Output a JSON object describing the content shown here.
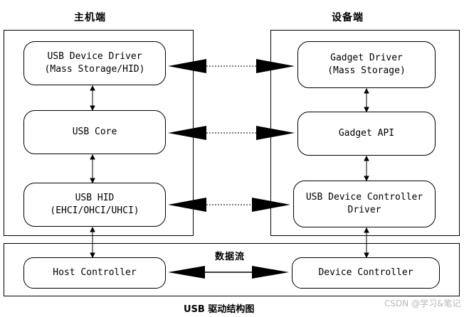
{
  "host": {
    "title": "主机端",
    "usb_device_driver": {
      "line1": "USB Device Driver",
      "line2": "(Mass Storage/HID)"
    },
    "usb_core": {
      "line1": "USB Core"
    },
    "usb_hid": {
      "line1": "USB HID",
      "line2": "(EHCI/OHCI/UHCI)"
    },
    "host_controller": {
      "line1": "Host Controller"
    }
  },
  "device": {
    "title": "设备端",
    "gadget_driver": {
      "line1": "Gadget Driver",
      "line2": "(Mass Storage)"
    },
    "gadget_api": {
      "line1": "Gadget API"
    },
    "udc_driver": {
      "line1": "USB Device Controller",
      "line2": "Driver"
    },
    "device_controller": {
      "line1": "Device Controller"
    }
  },
  "data_flow": {
    "label": "数据流"
  },
  "caption": "USB 驱动结构图",
  "watermark": "CSDN @学习&笔记"
}
